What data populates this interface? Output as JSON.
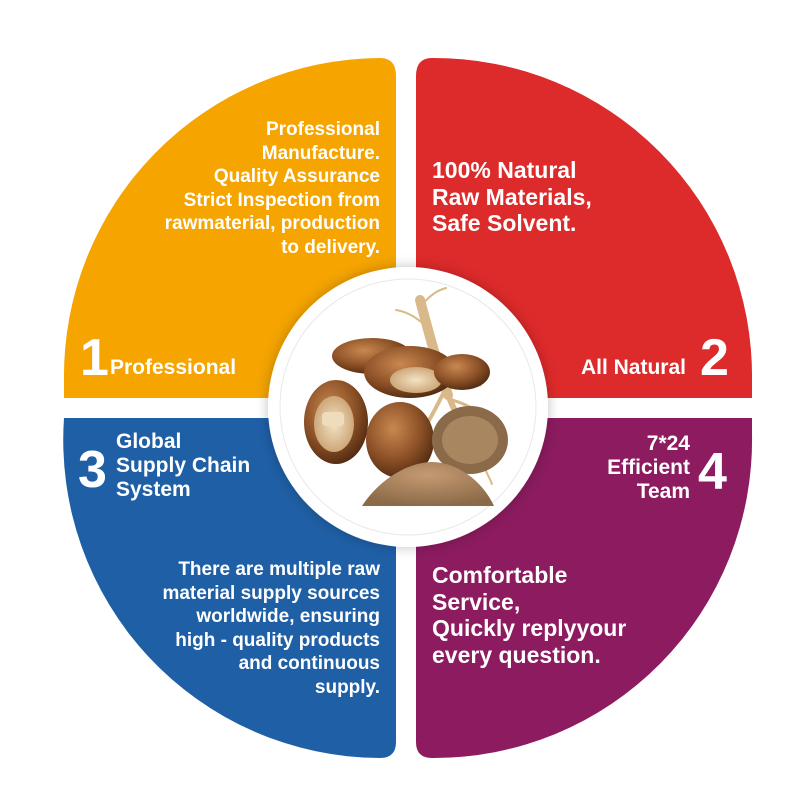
{
  "quadrants": [
    {
      "number": "1",
      "title": "Professional",
      "color": "#f5a400",
      "description": [
        "Professional",
        "Manufacture.",
        "Quality Assurance",
        "Strict Inspection from",
        "rawmaterial, production",
        "to delivery."
      ]
    },
    {
      "number": "2",
      "title": "All Natural",
      "color": "#dd2a2a",
      "description": [
        "100% Natural",
        "Raw Materials,",
        "Safe Solvent."
      ]
    },
    {
      "number": "3",
      "title": [
        "Global",
        "Supply Chain",
        "System"
      ],
      "color": "#1f5fa6",
      "description": [
        "There are multiple raw",
        "material supply sources",
        "worldwide, ensuring",
        "high - quality products",
        "and continuous",
        "supply."
      ]
    },
    {
      "number": "4",
      "title": [
        "7*24",
        "Efficient",
        "Team"
      ],
      "color": "#8c1b5f",
      "description": [
        "Comfortable",
        "Service,",
        "Quickly replyyour",
        "every question."
      ]
    }
  ],
  "center": {
    "icon": "mushroom-ginseng-powder-icon"
  }
}
